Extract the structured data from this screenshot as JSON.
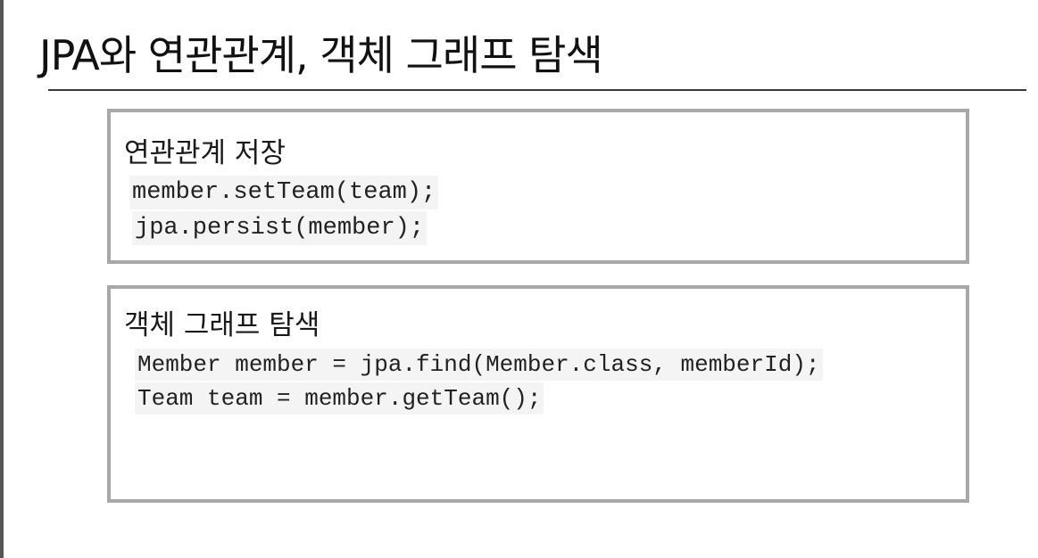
{
  "slide": {
    "title": "JPA와 연관관계, 객체 그래프 탐색"
  },
  "sections": [
    {
      "heading": "연관관계 저장",
      "code_lines": [
        "member.setTeam(team);",
        "jpa.persist(member);"
      ]
    },
    {
      "heading": "객체 그래프 탐색",
      "code_lines": [
        "Member member = jpa.find(Member.class, memberId);",
        "Team team = member.getTeam();"
      ]
    }
  ]
}
